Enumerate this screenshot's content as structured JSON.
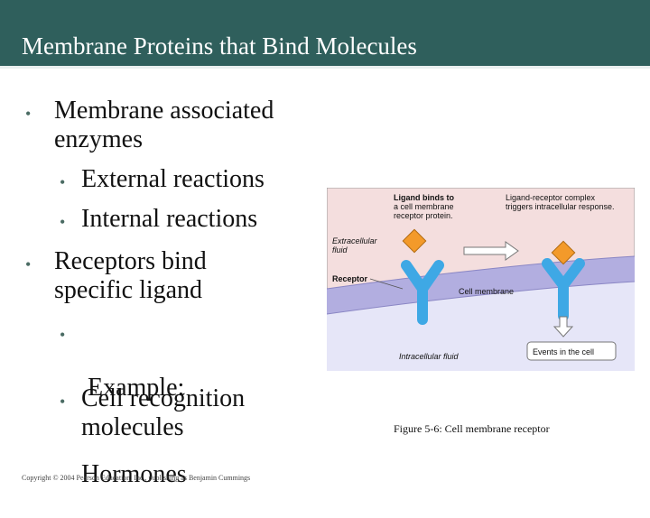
{
  "slide": {
    "title": "Membrane Proteins that Bind Molecules",
    "bullets": [
      {
        "lines": [
          "Membrane associated",
          "enzymes"
        ]
      },
      {
        "lines": [
          "External reactions"
        ]
      },
      {
        "lines": [
          "Internal reactions"
        ]
      },
      {
        "lines": [
          "Receptors bind",
          "specific ligand"
        ]
      },
      {
        "lines": [
          " Example:",
          "Hormones"
        ]
      },
      {
        "lines": [
          "Cell recognition",
          "molecules"
        ]
      }
    ],
    "bullet_glyph": "•",
    "copyright": "Copyright © 2004 Pearson Education, Inc., publishing as Benjamin Cummings",
    "caption": "Figure 5-6: Cell membrane receptor"
  },
  "figure": {
    "label_ligand_binds": [
      "Ligand binds to",
      "a cell membrane",
      "receptor protein."
    ],
    "label_complex": [
      "Ligand-receptor complex",
      "triggers intracellular response."
    ],
    "label_extracellular": [
      "Extracellular",
      "fluid"
    ],
    "label_receptor": "Receptor",
    "label_cell_membrane": "Cell membrane",
    "label_intracellular": "Intracellular fluid",
    "label_events": "Events in the cell",
    "colors": {
      "title_bar": "#2f5f5c",
      "extracellular": "#f4dede",
      "membrane": "#b2aee0",
      "intracellular": "#e6e6f8",
      "receptor": "#3ea8e5",
      "ligand": "#f39a2a"
    }
  }
}
